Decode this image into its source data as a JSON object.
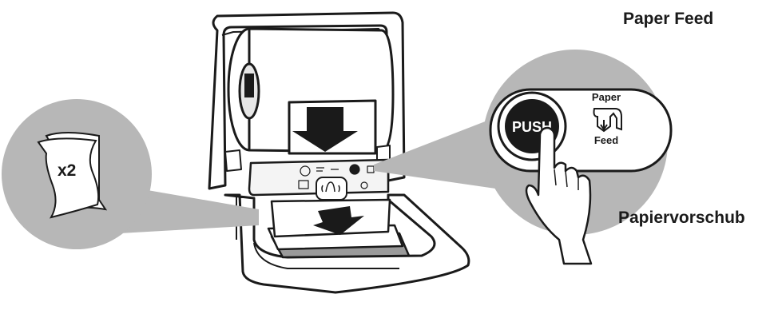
{
  "captions": {
    "english": "Paper Feed",
    "german": "Papiervorschub"
  },
  "zoom_left": {
    "count_label": "x2"
  },
  "zoom_right": {
    "button_label": "PUSH",
    "icon_top_label": "Paper",
    "icon_bottom_label": "Feed"
  },
  "colors": {
    "zoom_fill": "#b7b7b7",
    "outline": "#1a1a1a",
    "button_fill": "#1a1a1a",
    "paper_gray": "#8c8c8c"
  },
  "icons": [
    "paper-roll",
    "paper-feed-icon",
    "hand-sensor-icon",
    "pushing-hand"
  ]
}
